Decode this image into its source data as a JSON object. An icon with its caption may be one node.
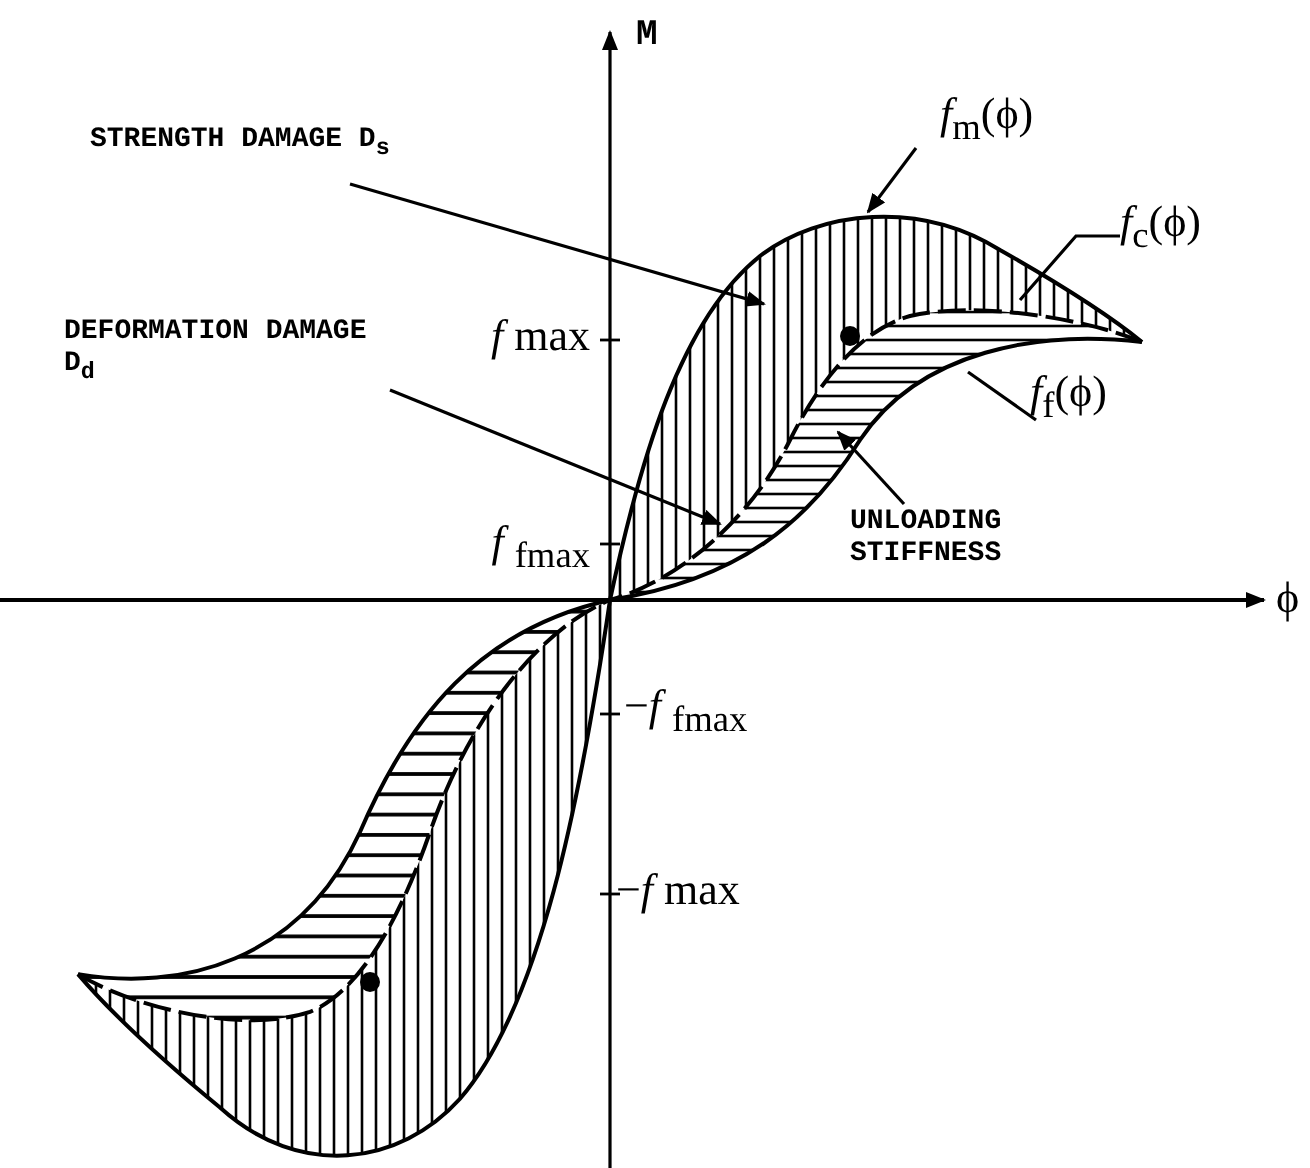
{
  "diagram": {
    "nodes": [
      {
        "text": [
          "STRENGTH DAMAGE D$_{s}$"
        ]
      },
      {
        "text": [
          "DEFORMATION DAMAGE D$_{d}$"
        ]
      },
      {
        "text": [
          "*f*$_{m}$(ϕ)"
        ]
      },
      {
        "text": [
          "*f*$_{c}$(ϕ)"
        ]
      },
      {
        "text": [
          "*f*$_{f}$(ϕ)"
        ]
      },
      {
        "text": [
          "UNLOADING STIFFNESS"
        ]
      }
    ],
    "edges": [
      {
        "from": 0,
        "to": null,
        "arrow": "to"
      },
      {
        "from": 1,
        "to": null,
        "arrow": "to"
      },
      {
        "from": 2,
        "to": null,
        "arrow": "to"
      },
      {
        "from": 3,
        "to": null,
        "arrow": "none"
      },
      {
        "from": 4,
        "to": null,
        "arrow": "none"
      },
      {
        "from": 5,
        "to": null,
        "arrow": "to"
      }
    ],
    "labels": [
      "M",
      "ϕ",
      "*f* max",
      "*f* $_{fmax}$",
      "−*f* $_{fmax}$",
      "−*f* max"
    ]
  }
}
